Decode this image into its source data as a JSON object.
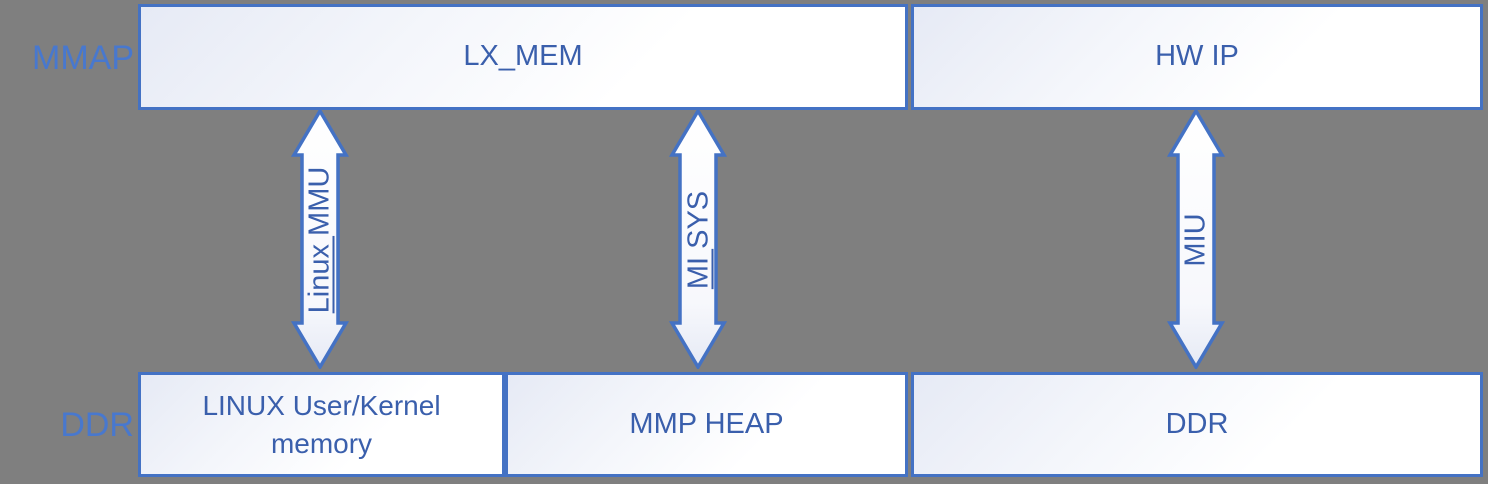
{
  "diagram": {
    "description": "Memory mapping block diagram between MMAP layer and DDR layer",
    "colors": {
      "background": "#7F7F7F",
      "box_border": "#4472C4",
      "box_text": "#3A5FAC",
      "side_label_text": "#4878CE",
      "box_fill_start": "#E6EAF5",
      "box_fill_end": "#FFFFFF",
      "arrow_fill_start": "#FFFFFF",
      "arrow_fill_end": "#E6EAF5"
    },
    "row_labels": {
      "top": "MMAP",
      "bottom": "DDR"
    },
    "top_row": [
      {
        "label": "LX_MEM"
      },
      {
        "label": "HW IP"
      }
    ],
    "bottom_row": [
      {
        "label": "LINUX User/Kernel memory"
      },
      {
        "label": "MMP HEAP"
      },
      {
        "label": "DDR"
      }
    ],
    "arrows": [
      {
        "id": "linux-mmu",
        "label_underlined": "Linux ",
        "label_rest": "MMU"
      },
      {
        "id": "mi-sys",
        "label_underlined": "MI ",
        "label_rest": "SYS"
      },
      {
        "id": "miu",
        "label_underlined": "",
        "label_rest": "MIU"
      }
    ]
  }
}
